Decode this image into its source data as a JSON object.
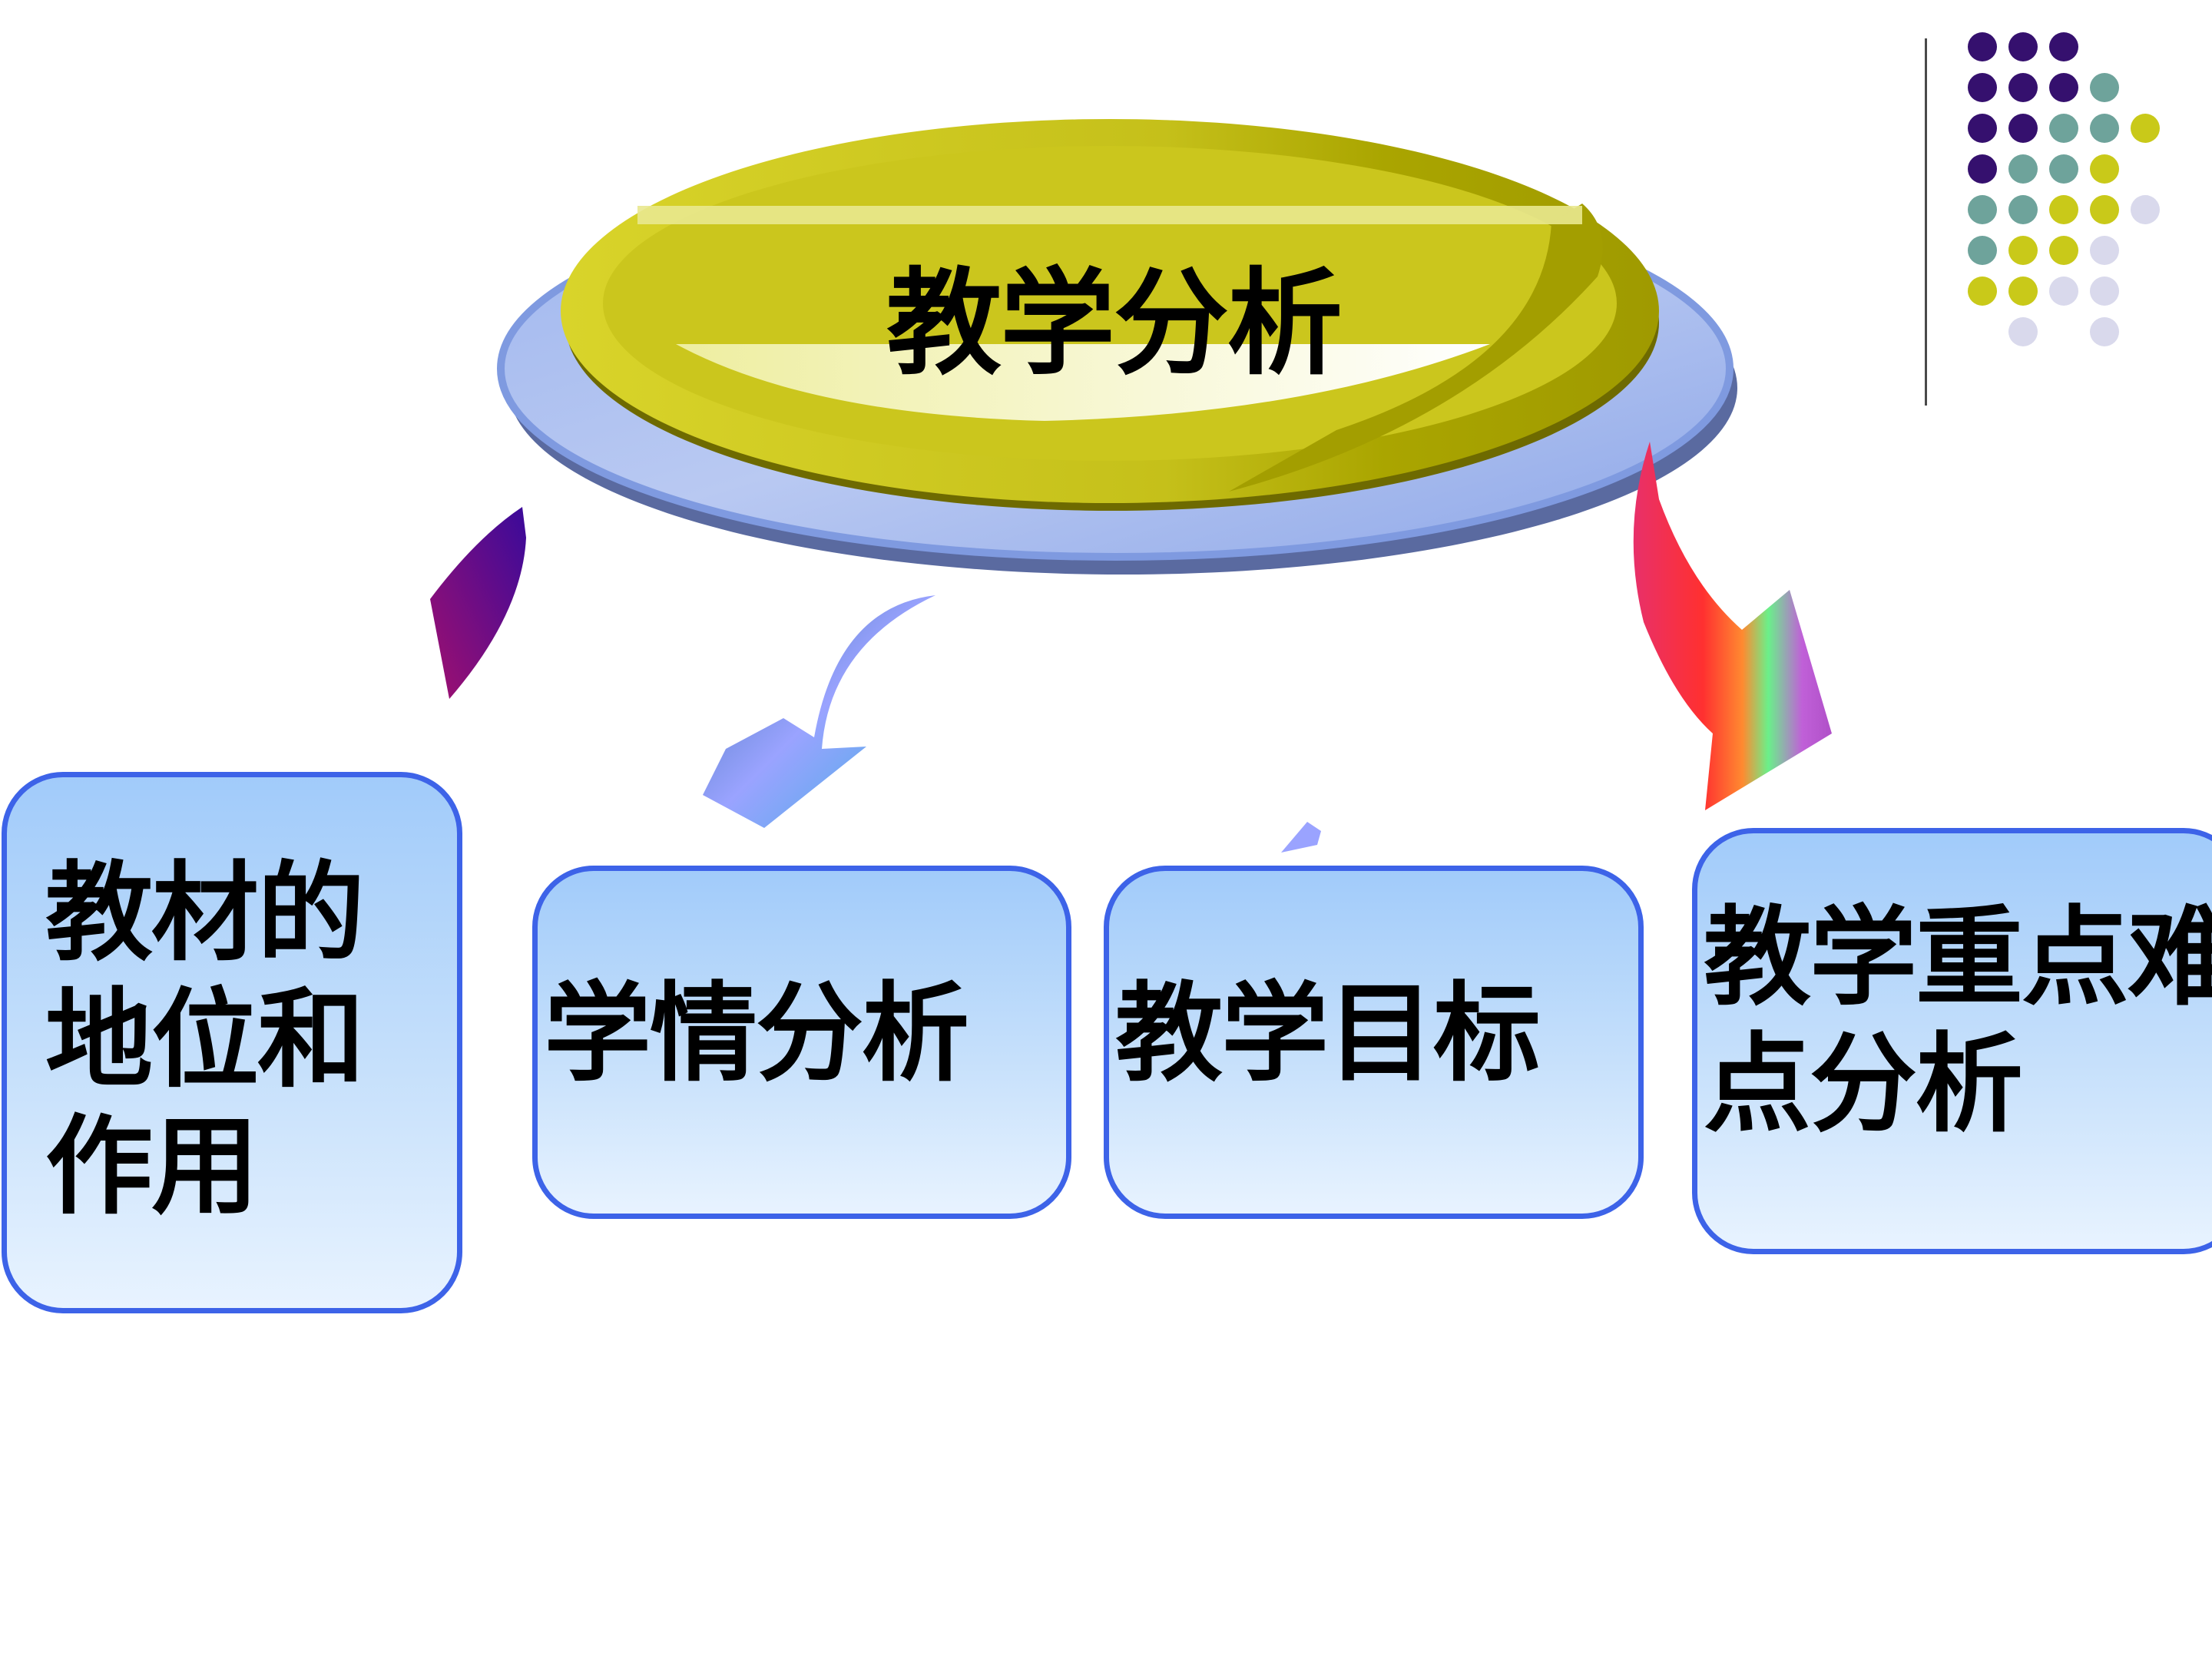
{
  "center": {
    "title": "教学分析"
  },
  "boxes": {
    "material": "教材的\n地位和\n作用",
    "students": "学情分析",
    "goals": "教学目标",
    "keypoints": "教学重点难\n点分析"
  },
  "colors": {
    "box_border": "#3d63e8",
    "box_fill_top": "#a1cbfa",
    "box_fill_bottom": "#e8f3ff",
    "dish_yellow": "#cfc81c",
    "dish_olive": "#a8a300",
    "plate_blue": "#8aa7e6",
    "dot_purple": "#35106e",
    "dot_teal": "#6ea39b",
    "dot_yellow": "#c9c919",
    "dot_lavender": "#d9d9ec"
  }
}
